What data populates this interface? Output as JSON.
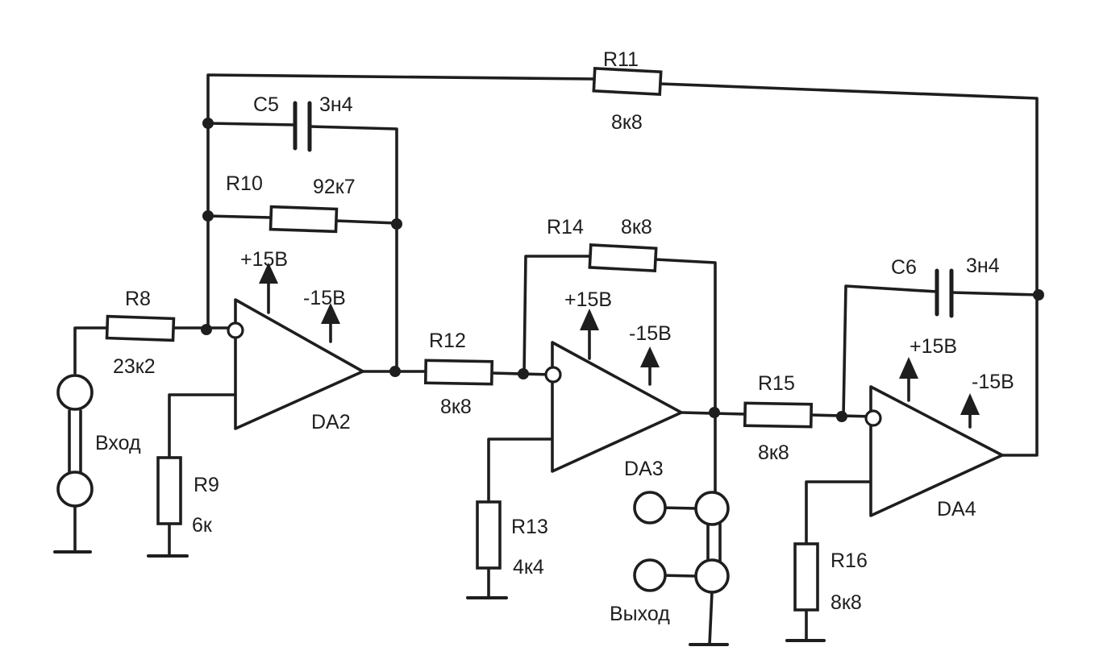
{
  "labels": {
    "r8": "R8",
    "r8_val": "23к2",
    "r9": "R9",
    "r9_val": "6к",
    "r10": "R10",
    "r10_val": "92к7",
    "c5": "C5",
    "c5_val": "3н4",
    "r11": "R11",
    "r11_val": "8к8",
    "r12": "R12",
    "r12_val": "8к8",
    "r13": "R13",
    "r13_val": "4к4",
    "r14": "R14",
    "r14_val": "8к8",
    "r15": "R15",
    "r15_val": "8к8",
    "r16": "R16",
    "r16_val": "8к8",
    "c6": "C6",
    "c6_val": "3н4",
    "da2": "DA2",
    "da3": "DA3",
    "da4": "DA4",
    "vplus": "+15В",
    "vminus": "-15В",
    "input": "Вход",
    "output": "Выход"
  }
}
